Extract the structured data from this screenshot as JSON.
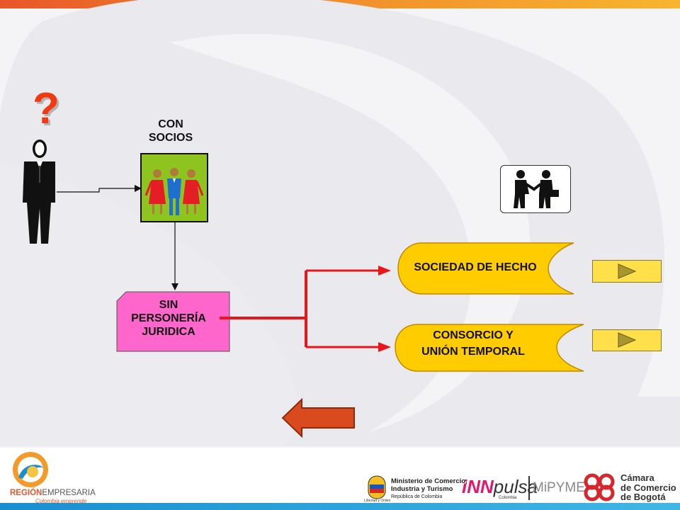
{
  "diagram": {
    "question_mark": "?",
    "con_socios_label": "CON\nSOCIOS",
    "sin_personeria_label": "SIN\nPERSONERÍA\nJURIDICA",
    "sociedad_label": "SOCIEDAD DE HECHO",
    "consorcio_label": "CONSORCIO Y\nUNIÓN TEMPORAL"
  },
  "footer": {
    "region_title_a": "REGIÓN",
    "region_title_b": "EMPRESARIA",
    "region_subtitle": "Colombia emprende",
    "ministerio_line1": "Ministerio de Comercio,",
    "ministerio_line2": "Industria y Turismo",
    "ministerio_line3": "República de Colombia",
    "escudo_caption": "Libertad y Orden",
    "innpulsa_a": "iNN",
    "innpulsa_b": "pulsa",
    "innpulsa_sub": "Colombia",
    "mipyme": "MiPYME",
    "camara_line1": "Cámara",
    "camara_line2": "de Comercio",
    "camara_line3": "de Bogotá"
  },
  "colors": {
    "accent_red": "#e8151b",
    "shape_yellow": "#ffcc00",
    "pink_box": "#ff66cc",
    "green_box": "#8fc31f",
    "back_arrow": "#d94a1e"
  },
  "icons": [
    "question-icon",
    "businessman-icon",
    "partners-icon",
    "handshake-icon",
    "play-icon",
    "back-arrow-icon"
  ]
}
